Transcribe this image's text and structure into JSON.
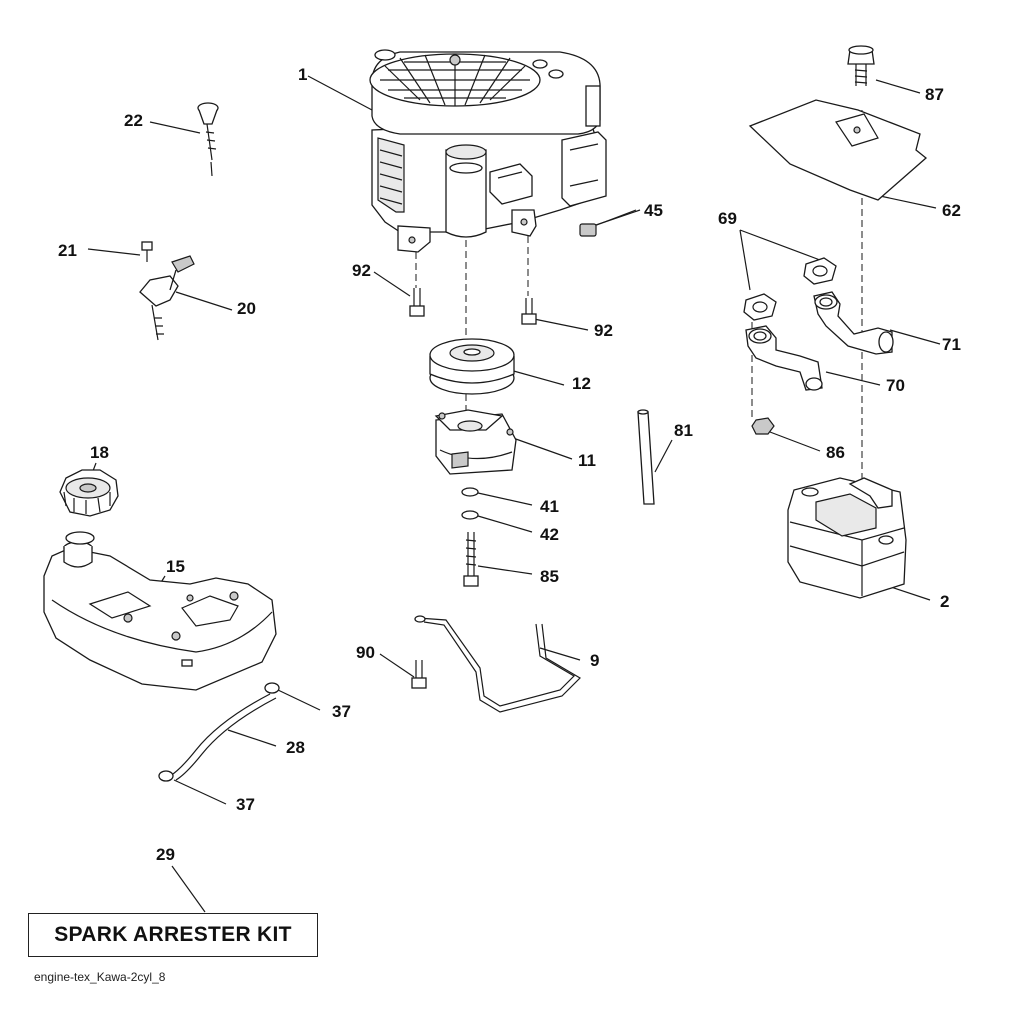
{
  "diagram": {
    "callouts": [
      "1",
      "22",
      "21",
      "20",
      "92",
      "92",
      "45",
      "87",
      "62",
      "69",
      "71",
      "70",
      "12",
      "11",
      "81",
      "86",
      "41",
      "42",
      "85",
      "18",
      "15",
      "2",
      "9",
      "90",
      "37",
      "28",
      "37",
      "29"
    ],
    "kit_label": "SPARK ARRESTER KIT",
    "file_label": "engine-tex_Kawa-2cyl_8"
  }
}
